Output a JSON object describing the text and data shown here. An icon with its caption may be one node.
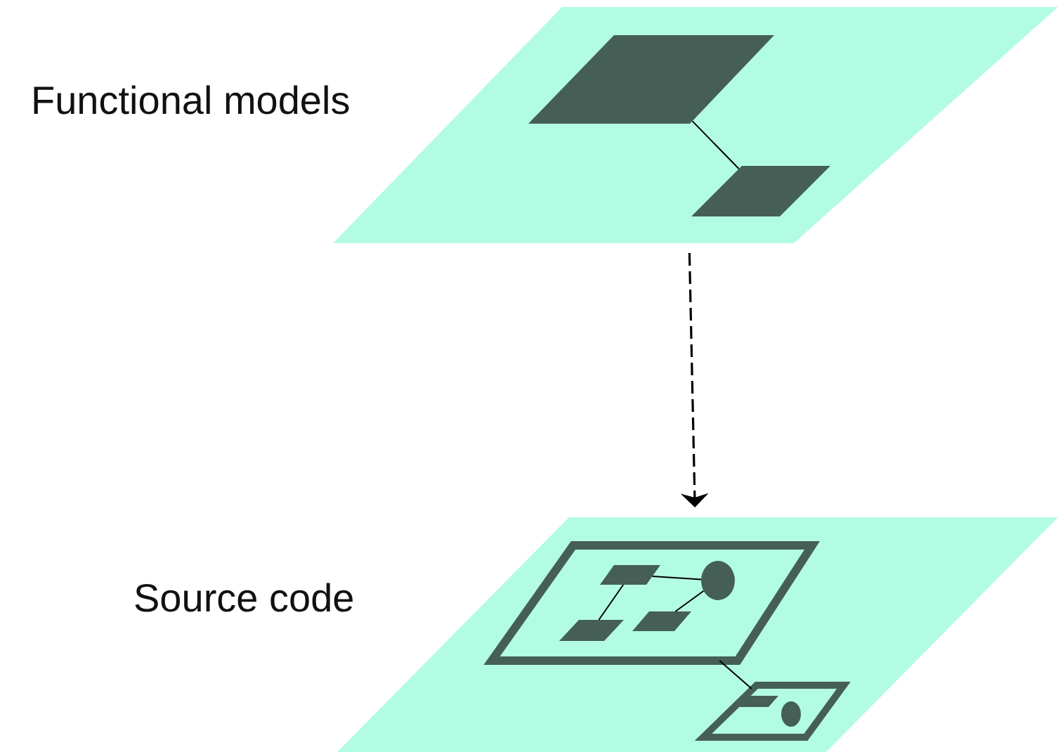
{
  "diagram": {
    "nodes": [
      {
        "text": [
          "Functional models"
        ]
      },
      {
        "text": [
          "Source code"
        ]
      },
      {
        "text": [],
        "shape": "parallelogram",
        "in": 0
      },
      {
        "text": [],
        "shape": "parallelogram",
        "in": 0
      },
      {
        "text": [],
        "shape": "parallelogram",
        "in": 1
      },
      {
        "text": [],
        "shape": "parallelogram",
        "in": 4
      },
      {
        "text": [],
        "shape": "ellipse",
        "in": 4
      },
      {
        "text": [],
        "shape": "parallelogram",
        "in": 4
      },
      {
        "text": [],
        "shape": "parallelogram",
        "in": 4
      },
      {
        "text": [],
        "shape": "parallelogram",
        "in": 1
      },
      {
        "text": [],
        "shape": "parallelogram",
        "in": 9
      },
      {
        "text": [],
        "shape": "ellipse",
        "in": 9
      }
    ],
    "edges": [
      {
        "from": 0,
        "to": 1,
        "arrow": "to",
        "style": "dashed"
      },
      {
        "from": 2,
        "to": 3,
        "arrow": "none"
      },
      {
        "from": 5,
        "to": 6,
        "arrow": "none"
      },
      {
        "from": 5,
        "to": 8,
        "arrow": "none"
      },
      {
        "from": 7,
        "to": 6,
        "arrow": "none"
      },
      {
        "from": 4,
        "to": 9,
        "arrow": "none"
      }
    ]
  }
}
